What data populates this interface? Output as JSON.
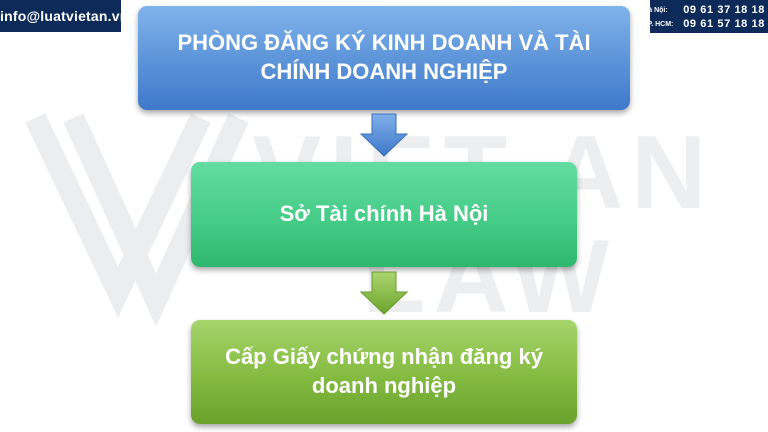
{
  "contact": {
    "email": "info@luatvietan.vn",
    "phones": [
      {
        "label": "Hà Nội:",
        "number": "09 61 37 18 18"
      },
      {
        "label": "TP. HCM:",
        "number": "09 61 57 18 18"
      }
    ]
  },
  "watermark": {
    "line1": "VIET AN",
    "line2": "LAW"
  },
  "flow": {
    "steps": [
      {
        "text": "PHÒNG ĐĂNG KÝ KINH DOANH VÀ TÀI CHÍNH DOANH NGHIỆP"
      },
      {
        "text": "Sở Tài chính Hà Nội"
      },
      {
        "text": "Cấp Giấy chứng nhận đăng ký doanh nghiệp"
      }
    ]
  },
  "colors": {
    "step1": "#5b93d9",
    "step2": "#45cc86",
    "step3": "#84bb41",
    "arrow1": "#4f8bd8",
    "arrow2": "#7fb83e",
    "header_bg": "#0d2a58"
  }
}
